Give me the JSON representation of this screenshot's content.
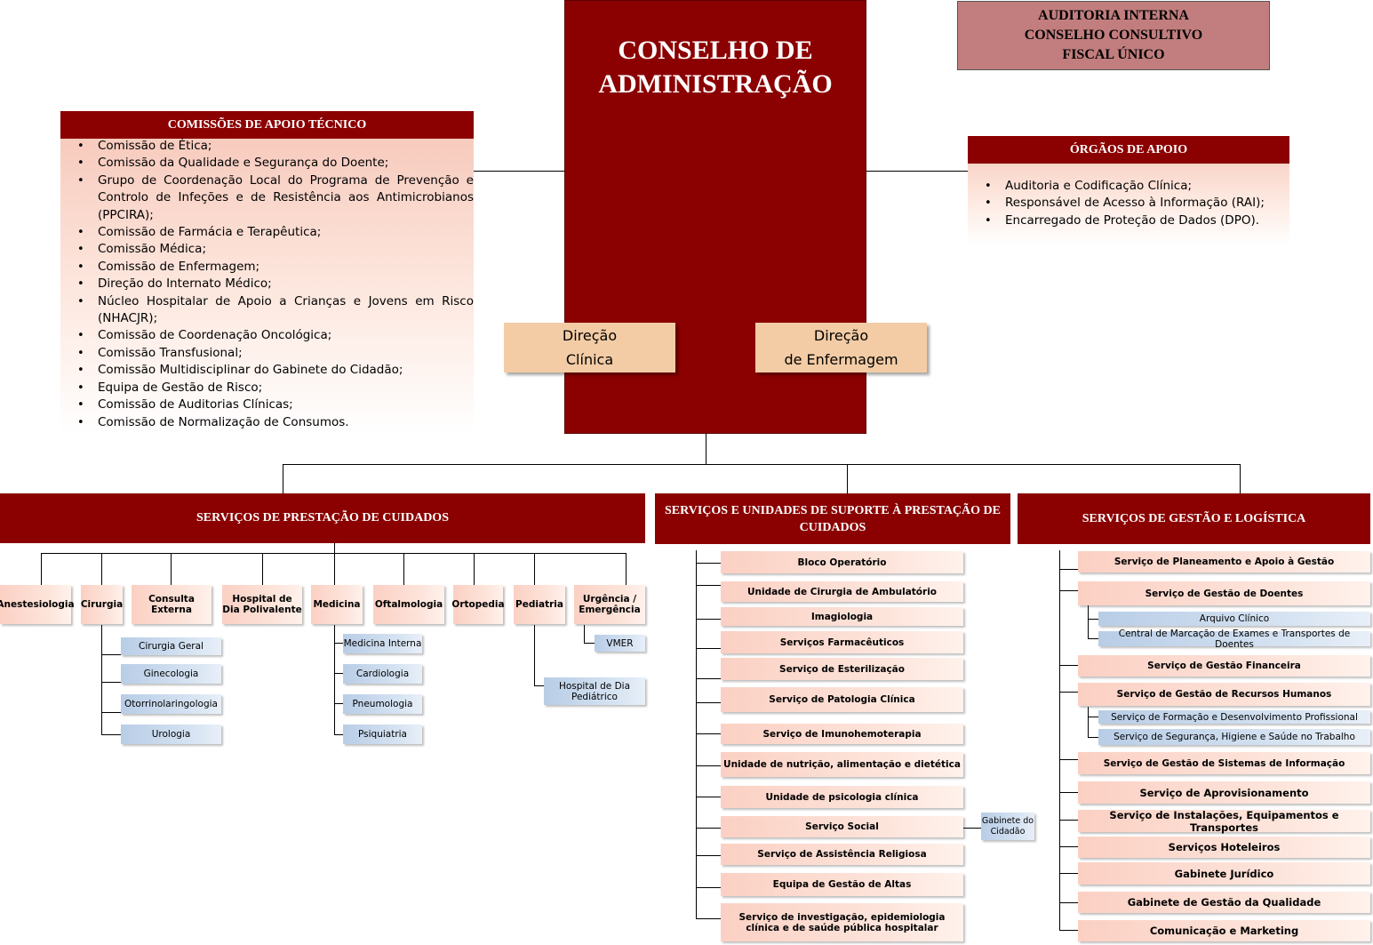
{
  "board": {
    "title_line1": "CONSELHO DE",
    "title_line2": "ADMINISTRAÇÃO"
  },
  "audit_box": {
    "lines": [
      "AUDITORIA INTERNA",
      "CONSELHO CONSULTIVO",
      "FISCAL ÚNICO"
    ]
  },
  "technical_committees": {
    "title": "COMISSÕES DE APOIO TÉCNICO",
    "items": [
      "Comissão de Ética;",
      " Comissão da Qualidade e Segurança do Doente;",
      " Grupo de Coordenação Local do Programa de Prevenção e Controlo de Infeções e de Resistência aos Antimicrobianos (PPCIRA);",
      "Comissão de Farmácia e Terapêutica;",
      "Comissão Médica;",
      "Comissão de Enfermagem;",
      "Direção do Internato Médico;",
      "Núcleo Hospitalar de Apoio a Crianças e Jovens em Risco (NHACJR);",
      "Comissão de Coordenação Oncológica;",
      "Comissão Transfusional;",
      "Comissão Multidisciplinar do Gabinete do Cidadão;",
      "Equipa de Gestão de Risco;",
      "Comissão de Auditorias Clínicas;",
      "Comissão de Normalização de Consumos."
    ]
  },
  "support_bodies": {
    "title": "ÓRGÃOS DE APOIO",
    "items": [
      "Auditoria e Codificação Clínica;",
      "Responsável de Acesso à Informação (RAI);",
      "Encarregado de Proteção de Dados (DPO)."
    ]
  },
  "directorates": {
    "clinical": {
      "line1": "Direção",
      "line2": "Clínica"
    },
    "nursing": {
      "line1": "Direção",
      "line2": "de Enfermagem"
    }
  },
  "care_services": {
    "title": "SERVIÇOS DE PRESTAÇÃO DE CUIDADOS",
    "units": [
      "Anestesiologia",
      "Cirurgia",
      "Consulta Externa",
      "Hospital de Dia Polivalente",
      "Medicina",
      "Oftalmologia",
      "Ortopedia",
      "Pediatria",
      "Urgência / Emergência"
    ],
    "cirurgia_sub": [
      "Cirurgia Geral",
      "Ginecologia",
      "Otorrinolaringologia",
      "Urologia"
    ],
    "medicina_sub": [
      "Medicina Interna",
      "Cardiologia",
      "Pneumologia",
      "Psiquiatria"
    ],
    "pediatria_sub": [
      "Hospital de Dia Pediátrico"
    ],
    "urgencia_sub": [
      "VMER"
    ]
  },
  "support_services": {
    "title": "SERVIÇOS E UNIDADES DE SUPORTE À PRESTAÇÃO DE CUIDADOS",
    "items": [
      "Bloco Operatório",
      "Unidade de Cirurgia de Ambulatório",
      "Imagiologia",
      "Serviços Farmacêuticos",
      "Serviço de Esterilização",
      "Serviço de Patologia Clínica",
      "Serviço de Imunohemoterapia",
      "Unidade de nutrição, alimentação e dietética",
      "Unidade de psicologia clínica",
      "Serviço Social",
      "Serviço de Assistência Religiosa",
      "Equipa de Gestão de Altas",
      "Serviço de investigação, epidemiologia clínica e de saúde pública hospitalar"
    ],
    "social_sub": "Gabinete do Cidadão"
  },
  "management_services": {
    "title": "SERVIÇOS DE GESTÃO E LOGÍSTICA",
    "items": [
      "Serviço de Planeamento e Apoio à Gestão",
      "Serviço de Gestão de Doentes",
      "Arquivo Clínico",
      "Central de Marcação de Exames e Transportes de Doentes",
      "Serviço de Gestão Financeira",
      "Serviço de Gestão de Recursos Humanos",
      "Serviço de Formação e Desenvolvimento Profissional",
      "Serviço de Segurança, Higiene e Saúde no Trabalho",
      "Serviço de Gestão de Sistemas de Informação",
      "Serviço de Aprovisionamento",
      "Serviço de Instalações, Equipamentos e Transportes",
      "Serviços Hoteleiros",
      "Gabinete Jurídico",
      "Gabinete de Gestão da Qualidade",
      "Comunicação e Marketing"
    ]
  },
  "colors": {
    "dark_red": "#8b0000",
    "audit_pink": "#c27e7e",
    "peach": "#f3cca5",
    "light_blue": "#c9d9ee",
    "light_salmon": "#fbd7cb"
  }
}
